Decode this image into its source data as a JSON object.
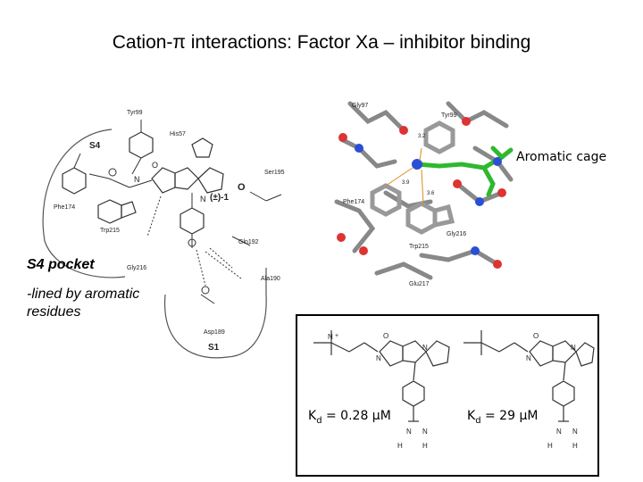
{
  "title": "Cation-π interactions: Factor Xa – inhibitor binding",
  "annotations": {
    "s4_pocket": "S4 pocket",
    "lined": "-lined by aromatic residues",
    "aromatic_cage": "Aromatic cage"
  },
  "scheme": {
    "labels": {
      "s4": "S4",
      "s1": "S1",
      "tyr99": "Tyr99",
      "his57": "His57",
      "ser195": "Ser195",
      "phe174": "Phe174",
      "trp215": "Trp215",
      "gly216": "Gly216",
      "gln192": "Gln192",
      "ala190": "Ala190",
      "asp189": "Asp189",
      "compound": "(±)-1"
    }
  },
  "crystal": {
    "labels": {
      "gly97": "Gly97",
      "tyr99": "Tyr99",
      "phe174": "Phe174",
      "trp215": "Trp215",
      "gly216": "Gly216",
      "glu217": "Glu217",
      "d1": "3.2",
      "d2": "3.9",
      "d3": "3.6"
    }
  },
  "inhibitors": [
    {
      "kd_prefix": "K",
      "kd_sub": "d",
      "kd_value": " = 0.28 μM"
    },
    {
      "kd_prefix": "K",
      "kd_sub": "d",
      "kd_value": " = 29 μM"
    }
  ]
}
